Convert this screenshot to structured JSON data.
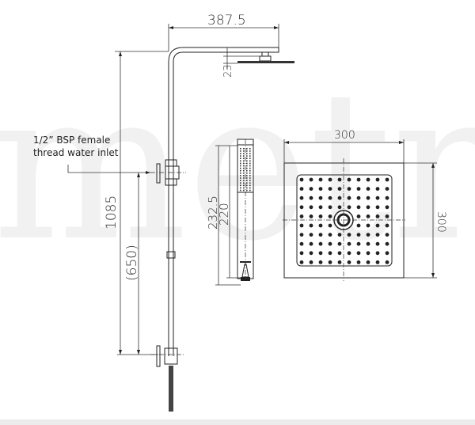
{
  "watermark": "metr.",
  "dimensions": {
    "arm_reach": "387.5",
    "head_thickness": "23",
    "total_height": "1085",
    "bracket_spacing": "(650)",
    "handset_total": "232.5",
    "handset_body": "220",
    "head_width": "300",
    "head_depth": "300"
  },
  "labels": {
    "inlet_line1": "1/2” BSP female",
    "inlet_line2": "thread water inlet"
  },
  "showerhead_grid": {
    "rows": 10,
    "cols": 10
  },
  "colors": {
    "line": "#222222",
    "watermark": "#f1f1f1",
    "footer": "#ececec"
  }
}
